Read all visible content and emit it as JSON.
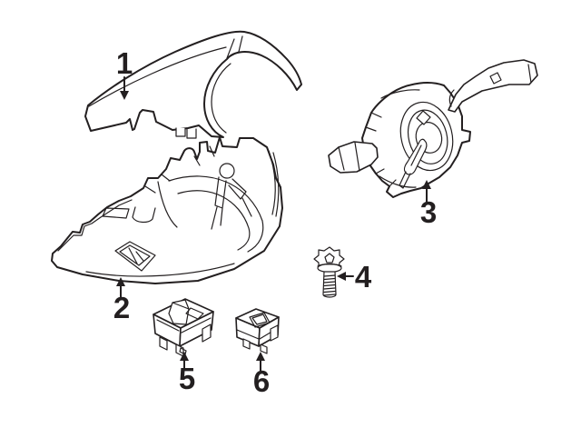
{
  "canvas": {
    "background": "#ffffff",
    "line_color": "#231f20"
  },
  "callouts": [
    {
      "label": "1"
    },
    {
      "label": "2"
    },
    {
      "label": "3"
    },
    {
      "label": "4"
    },
    {
      "label": "5"
    },
    {
      "label": "6"
    }
  ]
}
